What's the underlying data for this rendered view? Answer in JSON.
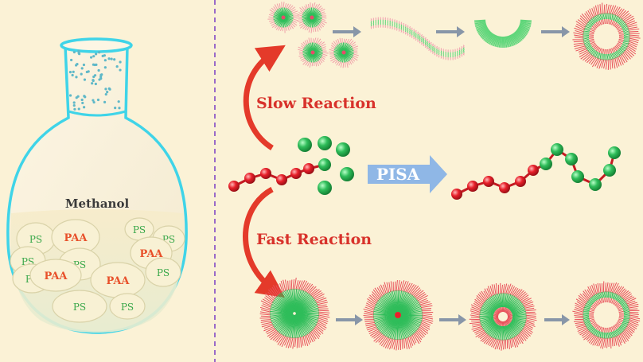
{
  "flask": {
    "solvent_label": "Methanol",
    "particles": [
      {
        "label": "PS",
        "kind": "ps"
      },
      {
        "label": "PAA",
        "kind": "paa"
      },
      {
        "label": "PS",
        "kind": "ps"
      },
      {
        "label": "PS",
        "kind": "ps"
      },
      {
        "label": "PS",
        "kind": "ps"
      },
      {
        "label": "PS",
        "kind": "ps"
      },
      {
        "label": "PAA",
        "kind": "paa"
      },
      {
        "label": "PS",
        "kind": "ps"
      },
      {
        "label": "PAA",
        "kind": "paa"
      },
      {
        "label": "PAA",
        "kind": "paa"
      },
      {
        "label": "PS",
        "kind": "ps"
      },
      {
        "label": "PS",
        "kind": "ps"
      },
      {
        "label": "PS",
        "kind": "ps"
      }
    ]
  },
  "labels": {
    "slow": "Slow Reaction",
    "fast": "Fast Reaction",
    "pisa": "PISA"
  },
  "colors": {
    "background": "#fbf2d6",
    "flask_outline": "#3fd4e8",
    "core_block": "#e8202a",
    "shell_block": "#2fbd5a",
    "reaction_text": "#d8322b",
    "pisa_arrow": "#8fb7e6",
    "divider": "#9a6ac8"
  }
}
